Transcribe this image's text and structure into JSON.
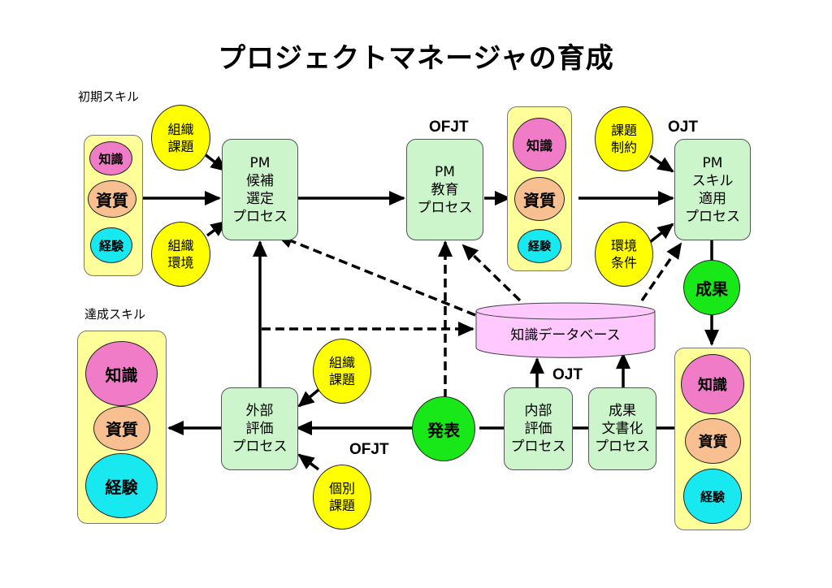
{
  "title": "プロジェクトマネージャの育成",
  "section_labels": {
    "initial": "初期スキル",
    "achieved": "達成スキル"
  },
  "skills": {
    "knowledge": "知識",
    "quality": "資質",
    "experience": "経験"
  },
  "processes": {
    "candidate": [
      "PM",
      "候補",
      "選定",
      "プロセス"
    ],
    "education": [
      "PM",
      "教育",
      "プロセス"
    ],
    "apply": [
      "PM",
      "スキル",
      "適用",
      "プロセス"
    ],
    "external_eval": [
      "外部",
      "評価",
      "プロセス"
    ],
    "internal_eval": [
      "内部",
      "評価",
      "プロセス"
    ],
    "documentation": [
      "成果",
      "文書化",
      "プロセス"
    ]
  },
  "factors": {
    "org_issue_top": [
      "組織",
      "課題"
    ],
    "org_env": [
      "組織",
      "環境"
    ],
    "issue_constraint": [
      "課題",
      "制約"
    ],
    "env_condition": [
      "環境",
      "条件"
    ],
    "org_issue_bottom": [
      "組織",
      "課題"
    ],
    "individual_issue": [
      "個別",
      "課題"
    ]
  },
  "outcomes": {
    "result": "成果",
    "presentation": "発表"
  },
  "database": "知識データベース",
  "tags": {
    "ofjt_top": "OFJT",
    "ojt_top": "OJT",
    "ojt_bottom": "OJT",
    "ofjt_bottom": "OFJT"
  }
}
